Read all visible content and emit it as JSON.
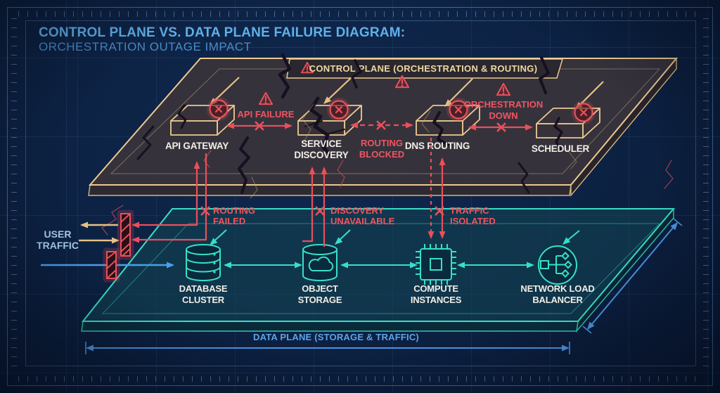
{
  "title": {
    "line1": "CONTROL PLANE VS. DATA PLANE FAILURE DIAGRAM:",
    "line2": "ORCHESTRATION OUTAGE IMPACT"
  },
  "control_plane": {
    "banner_label": "CONTROL PLANE (ORCHESTRATION & ROUTING)",
    "banner_icon": "warning-triangle-icon",
    "components": [
      {
        "label": "API GATEWAY",
        "icon": "server-slab-icon",
        "status_icon": "error-x-icon"
      },
      {
        "line1": "SERVICE",
        "line2": "DISCOVERY",
        "icon": "server-slab-icon",
        "status_icon": "error-x-icon"
      },
      {
        "label": "DNS ROUTING",
        "icon": "server-slab-icon",
        "status_icon": "error-x-icon"
      },
      {
        "label": "SCHEDULER",
        "icon": "server-slab-icon",
        "status_icon": "error-x-icon"
      }
    ],
    "failures": [
      {
        "label": "API FAILURE",
        "icon": "warning-triangle-icon"
      },
      {
        "line1": "ROUTING",
        "line2": "BLOCKED",
        "icon": "warning-triangle-icon"
      },
      {
        "line1": "ORCHESTRATION",
        "line2": "DOWN",
        "icon": "warning-triangle-icon"
      }
    ]
  },
  "cross_plane_failures": [
    {
      "line1": "ROUTING",
      "line2": "FAILED",
      "icon": "x-mark-icon"
    },
    {
      "line1": "DISCOVERY",
      "line2": "UNAVAILABLE",
      "icon": "x-mark-icon"
    },
    {
      "line1": "TRAFFIC",
      "line2": "ISOLATED",
      "icon": "x-mark-icon"
    }
  ],
  "user_traffic": {
    "line1": "USER",
    "line2": "TRAFFIC"
  },
  "data_plane": {
    "banner_label": "DATA PLANE (STORAGE & TRAFFIC)",
    "components": [
      {
        "line1": "DATABASE",
        "line2": "CLUSTER",
        "icon": "database-icon"
      },
      {
        "line1": "OBJECT",
        "line2": "STORAGE",
        "icon": "cloud-storage-icon"
      },
      {
        "line1": "COMPUTE",
        "line2": "INSTANCES",
        "icon": "cpu-chip-icon"
      },
      {
        "line1": "NETWORK LOAD",
        "line2": "BALANCER",
        "icon": "load-balancer-icon"
      }
    ]
  },
  "colors": {
    "background": "#0c2142",
    "blueprint_line": "#6ea2d8",
    "title_primary": "#5fb0ea",
    "title_secondary": "#4a8cc8",
    "control_plane_accent": "#ecca90",
    "failure_red": "#e8505a",
    "data_plane_accent": "#38dfc6",
    "traffic_blue": "#4aa0ee",
    "component_label": "#f2eee4"
  }
}
